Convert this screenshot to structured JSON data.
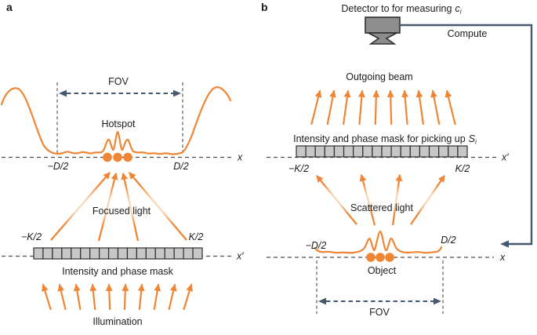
{
  "colors": {
    "orange": "#EF8636",
    "orange_pale": "#FAD7B6",
    "navy": "#44586F",
    "axis": "#4f4f4f",
    "guide": "#5a5a5a",
    "text": "#1c1c1c",
    "mask_fill": "#c7c7c7",
    "line_dark": "#2f2f2f",
    "detector_fill": "#8d8d8d"
  },
  "panel_a": {
    "label": "a",
    "fov": "FOV",
    "hotspot": "Hotspot",
    "x_axis": "x",
    "xprime_axis": "x′",
    "neg_d2": "−D/2",
    "d2": "D/2",
    "focused_light": "Focused light",
    "neg_k2": "−K/2",
    "k2": "K/2",
    "mask_label": "Intensity and phase mask",
    "illumination": "Illumination"
  },
  "panel_b": {
    "label": "b",
    "detector_label": "Detector to for measuring",
    "detector_sym": "c",
    "detector_sub": "i",
    "compute": "Compute",
    "outgoing_beam": "Outgoing beam",
    "mask_label": "Intensity and phase mask for picking up",
    "mask_sym": "S",
    "mask_sub": "i",
    "neg_k2": "−K/2",
    "k2": "K/2",
    "xprime_axis": "x′",
    "scattered_light": "Scattered light",
    "neg_d2": "−D/2",
    "d2": "D/2",
    "x_axis": "x",
    "object": "Object",
    "fov": "FOV"
  }
}
